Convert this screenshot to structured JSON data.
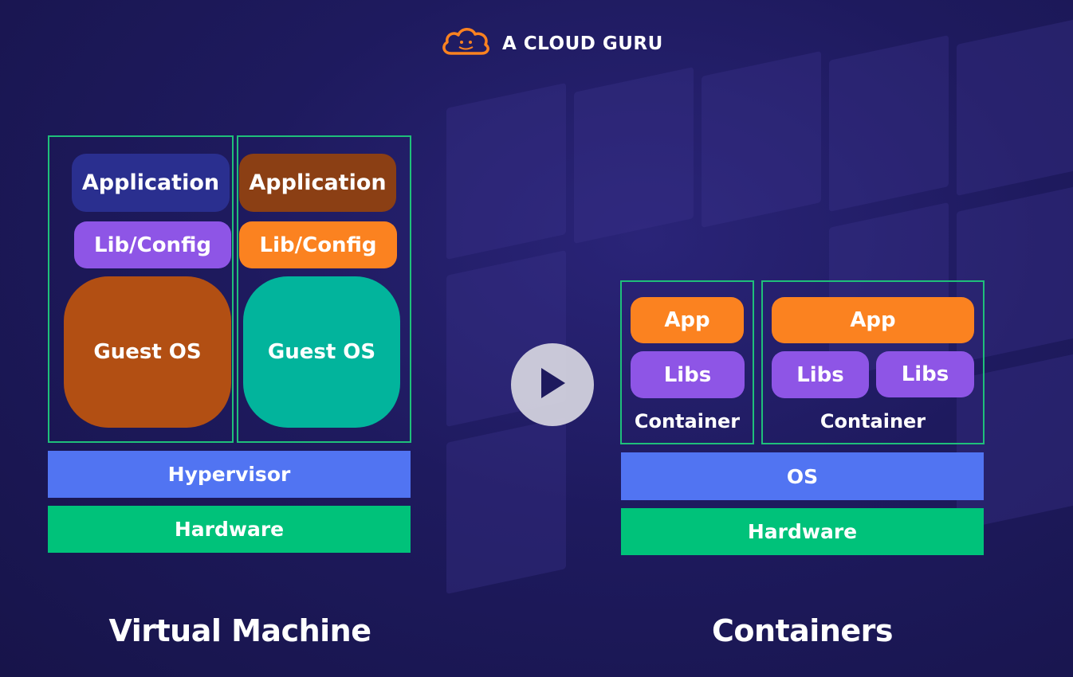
{
  "brand": {
    "name": "A CLOUD GURU"
  },
  "vm": {
    "stacks": [
      {
        "application": "Application",
        "lib_config": "Lib/Config",
        "guest_os": "Guest OS"
      },
      {
        "application": "Application",
        "lib_config": "Lib/Config",
        "guest_os": "Guest OS"
      }
    ],
    "hypervisor": "Hypervisor",
    "hardware": "Hardware",
    "caption": "Virtual Machine"
  },
  "containers": {
    "items": [
      {
        "app": "App",
        "libs": [
          "Libs"
        ],
        "label": "Container"
      },
      {
        "app": "App",
        "libs": [
          "Libs",
          "Libs"
        ],
        "label": "Container"
      }
    ],
    "os": "OS",
    "hardware": "Hardware",
    "caption": "Containers"
  },
  "colors": {
    "frame": "#1fbf7a",
    "navy": "#2a2f8f",
    "brown": "#8b3f14",
    "purple": "#8e55e6",
    "orange": "#fb8220",
    "rust": "#b24f13",
    "teal": "#02b49c",
    "blue": "#5174f2",
    "green": "#00c27a",
    "logo": "#fb8220"
  },
  "icons": {
    "logo": "cloud-icon",
    "play": "play-icon"
  }
}
